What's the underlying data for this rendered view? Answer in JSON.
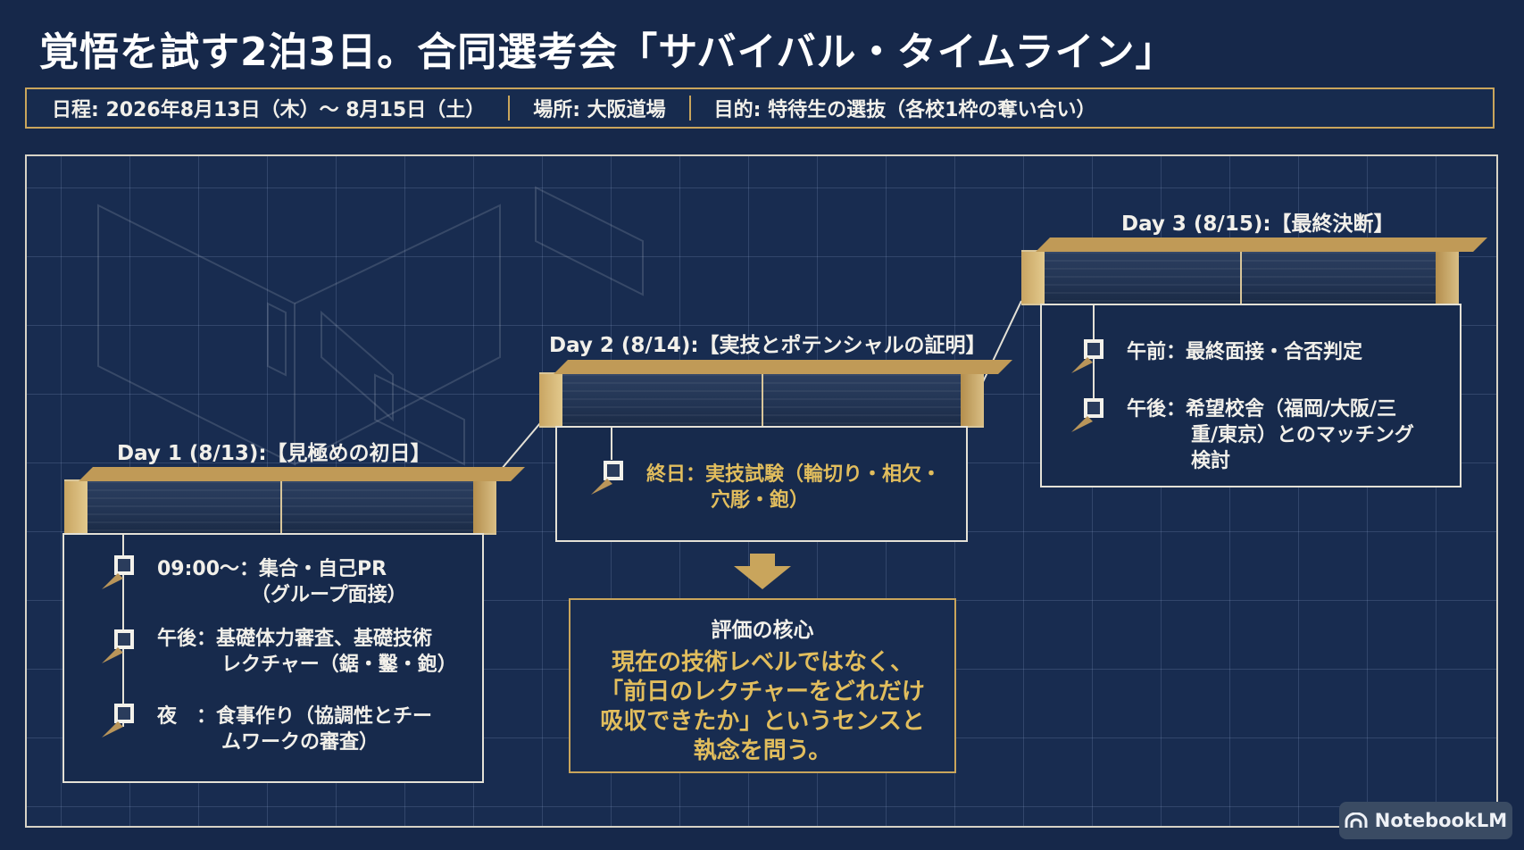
{
  "title": "覚悟を試す2泊3日。合同選考会「サバイバル・タイムライン」",
  "info": {
    "schedule": "日程: 2026年8月13日（木）～ 8月15日（土）",
    "place": "場所: 大阪道場",
    "purpose": "目的: 特待生の選抜（各校1枠の奪い合い）"
  },
  "day1": {
    "label": "Day 1 (8/13):【見極めの初日】",
    "entries": [
      {
        "line1": "09:00～：集合・自己PR",
        "line2": "（グループ面接）"
      },
      {
        "line1": "午後：基礎体力審査、基礎技術",
        "line2": "レクチャー（鋸・鑿・鉋）"
      },
      {
        "line1": "夜　：食事作り（協調性とチー",
        "line2": "ムワークの審査）"
      }
    ]
  },
  "day2": {
    "label": "Day 2 (8/14):【実技とポテンシャルの証明】",
    "entries": [
      {
        "line1": "終日：実技試験（輪切り・相欠・",
        "line2": "穴彫・鉋）"
      }
    ]
  },
  "day3": {
    "label": "Day 3 (8/15):【最終決断】",
    "entries": [
      {
        "line1": "午前：最終面接・合否判定"
      },
      {
        "line1": "午後：希望校舎（福岡/大阪/三",
        "line2": "重/東京）とのマッチング",
        "line3": "検討"
      }
    ]
  },
  "evaluation": {
    "head": "評価の核心",
    "lines": [
      "現在の技術レベルではなく、",
      "「前日のレクチャーをどれだけ",
      "吸収できたか」というセンスと",
      "執念を問う。"
    ]
  },
  "badge": "NotebookLM",
  "colors": {
    "background": "#16284a",
    "gold": "#c9a55c",
    "goldText": "#e1bd5d"
  },
  "icons": [
    "pin-icon",
    "arrow-down-icon",
    "notebooklm-logo-icon"
  ]
}
